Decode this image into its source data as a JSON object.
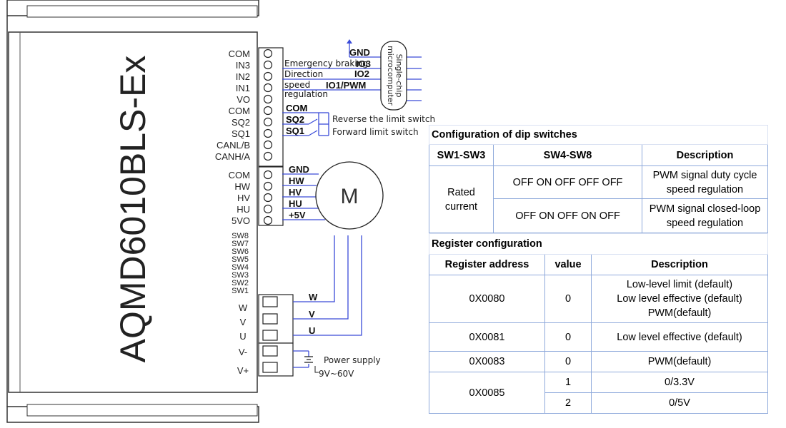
{
  "driver": {
    "model": "AQMD6010BLS-Ex",
    "top_pins": [
      "COM",
      "IN3",
      "IN2",
      "IN1",
      "VO",
      "COM",
      "SQ2",
      "SQ1",
      "CANL/B",
      "CANH/A"
    ],
    "mid_pins": [
      "COM",
      "HW",
      "HV",
      "HU",
      "5VO"
    ],
    "dip_labels": [
      "SW8",
      "SW7",
      "SW6",
      "SW5",
      "SW4",
      "SW3",
      "SW2",
      "SW1"
    ],
    "power_pins": [
      "W",
      "V",
      "U",
      "V-",
      "V+"
    ]
  },
  "wiring": {
    "gnd": "GND",
    "io3": "IO3",
    "io2": "IO2",
    "io1": "IO1/PWM",
    "emergency": "Emergency braking",
    "direction": "Direction",
    "speed_line1": "speed",
    "speed_line2": "regulation",
    "mcu_line1": "Single-chip",
    "mcu_line2": "microcomputer",
    "com": "COM",
    "sq2": "SQ2",
    "sq1": "SQ1",
    "reverse_limit": "Reverse the limit switch",
    "forward_limit": "Forward limit switch",
    "hall": [
      "GND",
      "HW",
      "HV",
      "HU",
      "+5V"
    ],
    "motor": "M",
    "phases": [
      "W",
      "V",
      "U"
    ],
    "power_supply": "Power supply",
    "power_range": "9V~60V"
  },
  "dip_config": {
    "title": "Configuration of dip switches",
    "headers": [
      "SW1-SW3",
      "SW4-SW8",
      "Description"
    ],
    "group_label": "Rated\ncurrent",
    "rows": [
      {
        "sw48": "OFF ON OFF OFF OFF",
        "desc": "PWM signal duty cycle speed regulation"
      },
      {
        "sw48": "OFF ON OFF ON OFF",
        "desc": "PWM signal closed-loop speed regulation"
      }
    ]
  },
  "register_config": {
    "title": "Register configuration",
    "headers": [
      "Register address",
      "value",
      "Description"
    ],
    "rows": [
      {
        "address": "0X0080",
        "value": "0",
        "desc": "Low-level limit (default)\nLow level effective (default)\nPWM(default)"
      },
      {
        "address": "0X0081",
        "value": "0",
        "desc": "Low level effective (default)"
      },
      {
        "address": "0X0083",
        "value": "0",
        "desc": "PWM(default)"
      },
      {
        "address": "0X0085",
        "sub": [
          {
            "value": "1",
            "desc": "0/3.3V"
          },
          {
            "value": "2",
            "desc": "0/5V"
          }
        ]
      }
    ]
  }
}
